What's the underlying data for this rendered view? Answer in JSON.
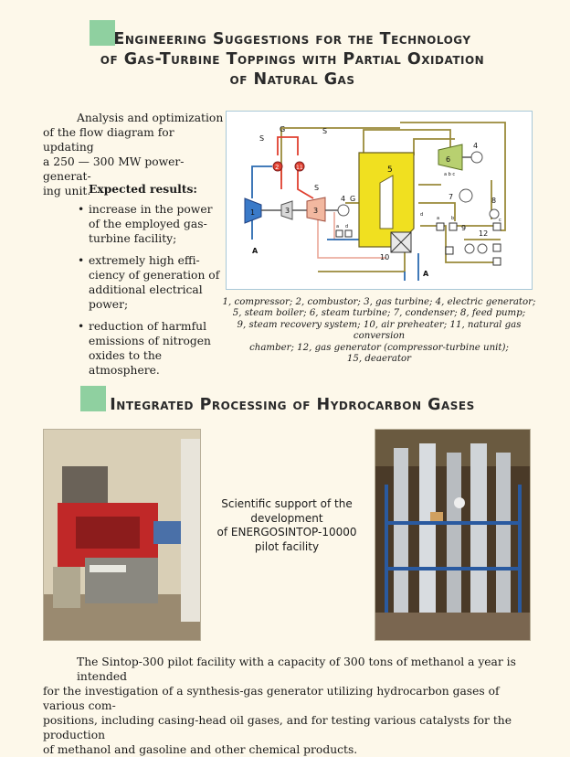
{
  "section1": {
    "title_lines": [
      "Engineering Suggestions for the Technology",
      "of Gas-Turbine Toppings with Partial Oxidation",
      "of Natural Gas"
    ],
    "intro": "Analysis and optimization of the flow diagram for updating a 250 — 300 MW power-generating unit.",
    "intro_lines": [
      "Analysis and optimization",
      "of the flow diagram for updating",
      "a 250 — 300 MW power-generat-",
      "ing unit."
    ],
    "expected_heading": "Expected results:",
    "bullets": [
      [
        "increase in the power",
        "of the employed gas-",
        "turbine facility;"
      ],
      [
        "extremely high effi-",
        "ciency of generation of",
        "additional electrical",
        "power;"
      ],
      [
        "reduction of harmful",
        "emissions of nitrogen",
        "oxides to the atmosphere."
      ]
    ],
    "diagram_labels": {
      "S1": "S",
      "G1": "G",
      "S2": "S",
      "n1": "1",
      "n2": "2",
      "n3": "3",
      "n3b": "3",
      "n4": "4",
      "G2": "G",
      "S3": "S",
      "n5": "5",
      "n6": "6",
      "n4b": "4",
      "n7": "7",
      "n8": "8",
      "n9": "9",
      "n10": "10",
      "n11": "11",
      "n12": "12",
      "A1": "A",
      "A2": "A",
      "a": "a",
      "b": "b",
      "c": "c",
      "d": "d",
      "abc": "a b c",
      "d2": "d",
      "a2": "a",
      "b2": "b"
    },
    "caption_lines": [
      "1, compressor; 2, combustor; 3, gas turbine; 4, electric generator;",
      "5, steam boiler; 6, steam turbine;  7, condenser; 8, feed pump;",
      "9, steam recovery system; 10,  air preheater; 11, natural gas conversion",
      "chamber; 12, gas generator (compressor-turbine unit);",
      "15, deaerator"
    ]
  },
  "section2": {
    "title": "Integrated Processing of Hydrocarbon Gases",
    "center_lines": [
      "Scientific support of the",
      "development",
      "of ENERGOSINTOP-10000",
      "pilot facility"
    ],
    "body_lines": [
      "The Sintop-300 pilot facility with a capacity of 300 tons of methanol a year is intended",
      "for the investigation of a synthesis-gas generator utilizing hydrocarbon gases of various com-",
      "positions, including casing-head oil gases, and for testing various catalysts for the production",
      "of methanol and gasoline and other chemical products."
    ]
  },
  "colors": {
    "accent_square": "#8fd0a0",
    "boiler_yellow": "#f0e020",
    "pipe_olive": "#9a8a3a",
    "pipe_red": "#e04030",
    "pipe_blue": "#2a6ab0"
  }
}
